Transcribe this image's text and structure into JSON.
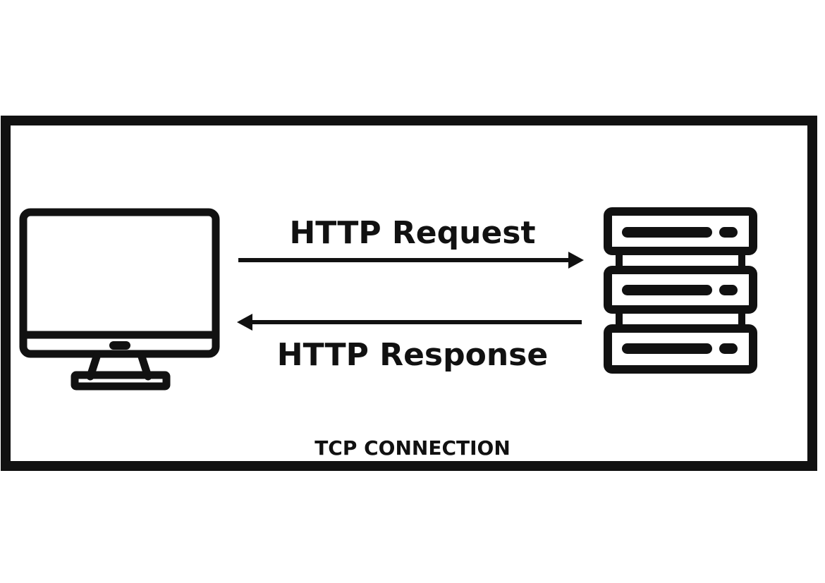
{
  "diagram": {
    "request_label": "HTTP Request",
    "response_label": "HTTP Response",
    "connection_label": "TCP CONNECTION"
  },
  "nodes": {
    "client": {
      "icon": "desktop-monitor-icon"
    },
    "server": {
      "icon": "server-rack-icon"
    }
  },
  "colors": {
    "stroke": "#111111",
    "background": "#ffffff"
  }
}
